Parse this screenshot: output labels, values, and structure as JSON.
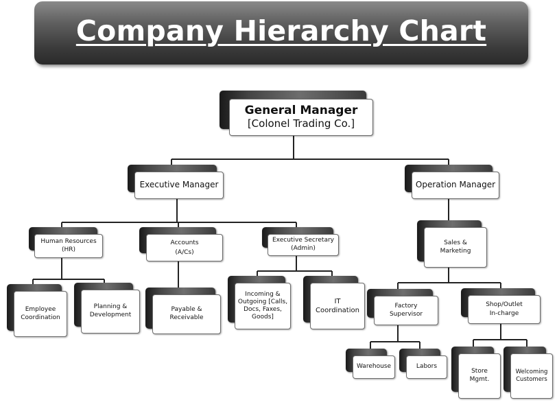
{
  "title": "Company Hierarchy Chart",
  "nodes": {
    "general_manager": {
      "line1": "General Manager",
      "line2": "[Colonel Trading Co.]"
    },
    "executive_manager": "Executive Manager",
    "operation_manager": "Operation Manager",
    "human_resources": "Human Resources\n(HR)",
    "accounts": "Accounts\n(A/Cs)",
    "executive_secretary": "Executive Secretary\n(Admin)",
    "sales_marketing": "Sales &\nMarketing",
    "employee_coordination": "Employee\nCoordination",
    "planning_development": "Planning &\nDevelopment",
    "payable_receivable": "Payable &\nReceivable",
    "incoming_outgoing": "Incoming &\nOutgoing [Calls,\nDocs, Faxes,\nGoods]",
    "it_coordination": "IT\nCoordination",
    "factory_supervisor": "Factory\nSupervisor",
    "shop_outlet": "Shop/Outlet\nIn-charge",
    "warehouse": "Warehouse",
    "labors": "Labors",
    "store_mgmt": "Store\nMgmt.",
    "welcoming_customers": "Welcoming\nCustomers"
  }
}
